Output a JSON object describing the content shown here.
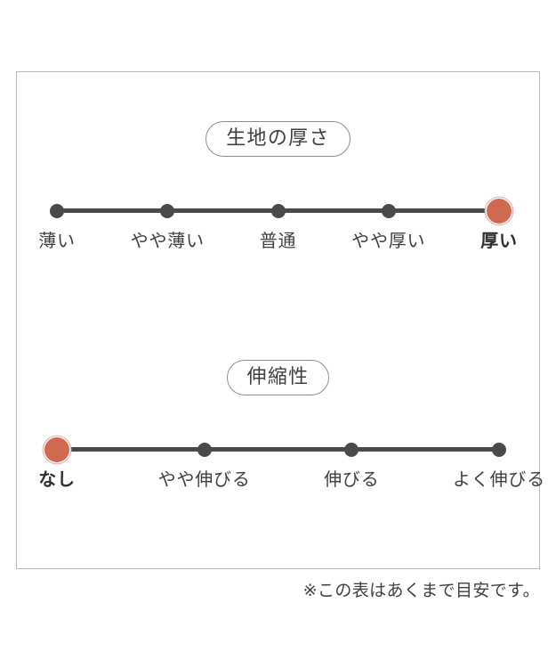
{
  "panel": {
    "footnote": "※この表はあくまで目安です。",
    "colors": {
      "active_dot": "#cf6a50",
      "active_ring": "#e3b4a7",
      "inactive_dot": "#4a4a4a",
      "track": "#4a4a4a",
      "panel_border": "#b9b9b9",
      "pill_border": "#8c8c8c",
      "text": "#3f3f3f"
    }
  },
  "chart_data": [
    {
      "type": "scale",
      "id": "fabric-thickness",
      "title": "生地の厚さ",
      "categories": [
        "薄い",
        "やや薄い",
        "普通",
        "やや厚い",
        "厚い"
      ],
      "values": [
        0,
        0,
        0,
        0,
        1
      ],
      "selected_index": 4,
      "selected_label": "厚い",
      "steps": 5,
      "grid": false,
      "legend": "none"
    },
    {
      "type": "scale",
      "id": "stretchiness",
      "title": "伸縮性",
      "categories": [
        "なし",
        "やや伸びる",
        "伸びる",
        "よく伸びる"
      ],
      "values": [
        1,
        0,
        0,
        0
      ],
      "selected_index": 0,
      "selected_label": "なし",
      "steps": 4,
      "grid": false,
      "legend": "none"
    }
  ]
}
